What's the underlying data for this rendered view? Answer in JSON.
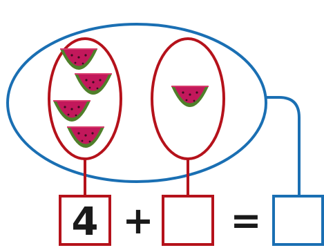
{
  "equation": {
    "addend_1": "4",
    "plus_symbol": "+",
    "addend_2": "",
    "equals_symbol": "=",
    "sum": ""
  },
  "groups": {
    "left_count": 4,
    "right_count": 1
  },
  "colors": {
    "outer_ellipse": "#1a6fb3",
    "group_ellipse": "#b5121b",
    "answer_box": "#1a6fb3",
    "addend_box": "#b5121b",
    "fruit_rind": "#4f7f2a",
    "fruit_flesh": "#c2185b"
  },
  "icons": {
    "fruit": "watermelon-slice-icon"
  }
}
